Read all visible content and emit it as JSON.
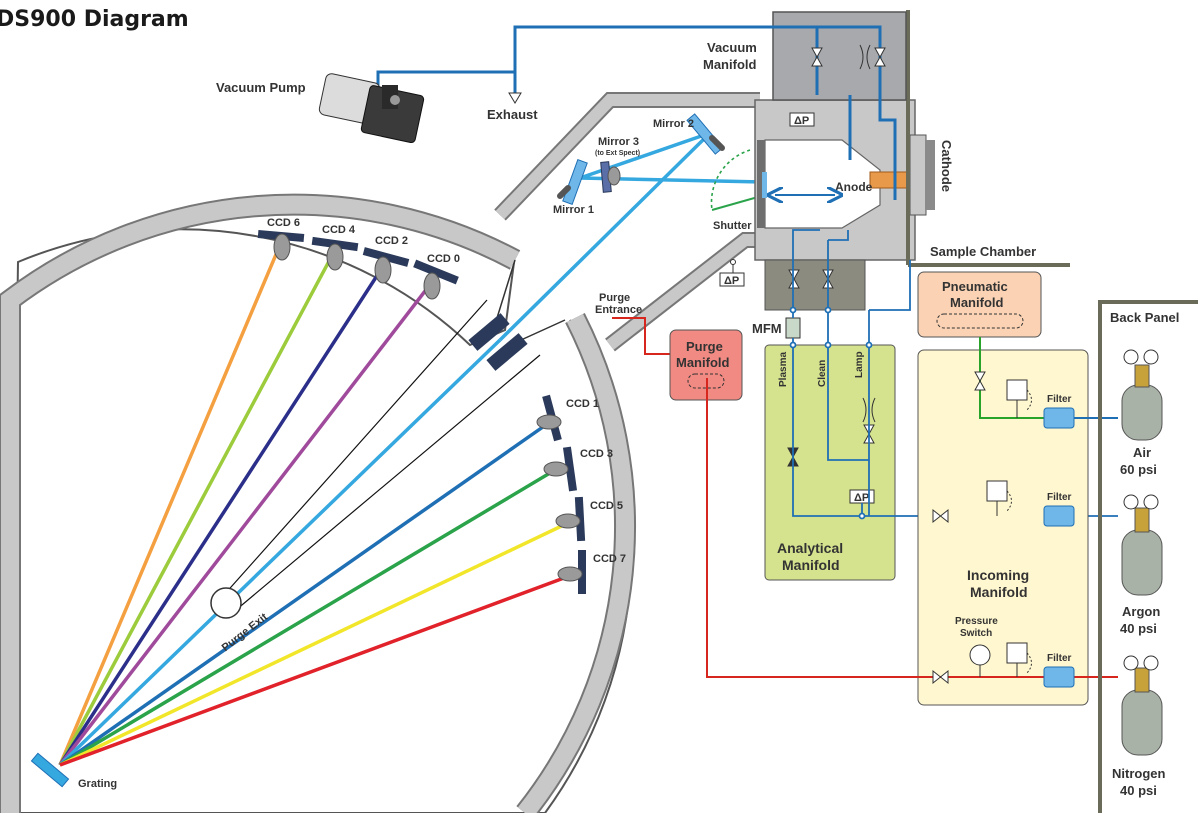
{
  "title": "DS900 Diagram",
  "labels": {
    "vacuum_pump": "Vacuum Pump",
    "exhaust": "Exhaust",
    "vacuum_manifold_1": "Vacuum",
    "vacuum_manifold_2": "Manifold",
    "mirror1": "Mirror 1",
    "mirror2": "Mirror 2",
    "mirror3": "Mirror 3",
    "mirror3_sub": "(to Ext Spect)",
    "shutter": "Shutter",
    "anode": "Anode",
    "cathode": "Cathode",
    "sample_chamber": "Sample Chamber",
    "delta_p": "ΔP",
    "purge_entrance_1": "Purge",
    "purge_entrance_2": "Entrance",
    "purge_manifold_1": "Purge",
    "purge_manifold_2": "Manifold",
    "mfm": "MFM",
    "plasma": "Plasma",
    "clean": "Clean",
    "lamp": "Lamp",
    "analytical_1": "Analytical",
    "analytical_2": "Manifold",
    "pneumatic_1": "Pneumatic",
    "pneumatic_2": "Manifold",
    "incoming_1": "Incoming",
    "incoming_2": "Manifold",
    "pressure_switch_1": "Pressure",
    "pressure_switch_2": "Switch",
    "filter": "Filter",
    "back_panel": "Back Panel",
    "air": "Air",
    "air_psi": "60 psi",
    "argon": "Argon",
    "argon_psi": "40 psi",
    "nitrogen": "Nitrogen",
    "nitrogen_psi": "40 psi",
    "purge_exit": "Purge Exit",
    "grating": "Grating",
    "ccd0": "CCD 0",
    "ccd1": "CCD 1",
    "ccd2": "CCD 2",
    "ccd3": "CCD 3",
    "ccd4": "CCD 4",
    "ccd5": "CCD 5",
    "ccd6": "CCD 6",
    "ccd7": "CCD 7"
  },
  "colors": {
    "vacuum_line": "#1f6fb5",
    "beam": "#35a8e0",
    "gas_line": "#1f6fb5",
    "air_line": "#2aa32a",
    "purge_line": "#d7261e",
    "chamber_wall": "#b5b5b5",
    "vacuum_manifold": "#a7a9ac",
    "analytical_manifold": "#d5e28e",
    "incoming_manifold": "#fff7cf",
    "pneumatic_manifold": "#fbd3b4",
    "purge_manifold": "#f08a82",
    "ccd6_ray": "#f4a040",
    "ccd4_ray": "#9ccc3c",
    "ccd2_ray": "#2b2f8a",
    "ccd0_ray": "#a04a9c",
    "ccd1_ray": "#1f6fb5",
    "ccd3_ray": "#2aa34a",
    "ccd5_ray": "#f2e62a",
    "ccd7_ray": "#e1222a"
  }
}
